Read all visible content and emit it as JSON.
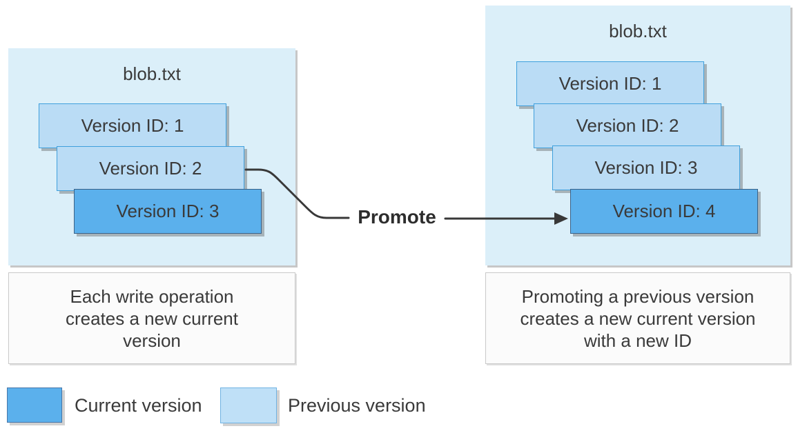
{
  "left_panel": {
    "title": "blob.txt",
    "versions": [
      {
        "label": "Version ID: 1",
        "state": "previous"
      },
      {
        "label": "Version ID: 2",
        "state": "previous"
      },
      {
        "label": "Version ID: 3",
        "state": "current"
      }
    ],
    "caption": {
      "line1": "Each write operation",
      "line2": "creates a new current",
      "line3": "version"
    }
  },
  "right_panel": {
    "title": "blob.txt",
    "versions": [
      {
        "label": "Version ID: 1",
        "state": "previous"
      },
      {
        "label": "Version ID: 2",
        "state": "previous"
      },
      {
        "label": "Version ID: 3",
        "state": "previous"
      },
      {
        "label": "Version ID: 4",
        "state": "current"
      }
    ],
    "caption": {
      "line1": "Promoting a previous version",
      "line2": "creates a new current version",
      "line3": "with a new ID"
    }
  },
  "connector": {
    "label": "Promote"
  },
  "legend": [
    {
      "label": "Current version",
      "color": "#5BB0EC"
    },
    {
      "label": "Previous version",
      "color": "#BFE0F7"
    }
  ],
  "colors": {
    "panel_bg": "#DBEFF9",
    "previous_fill": "#BADCF5",
    "previous_border": "#3E9FDC",
    "current_fill": "#5BB0EC",
    "current_border": "#3A6186",
    "text": "#3A3A3A",
    "arrow": "#383838",
    "caption_bg": "#FBFBFB",
    "caption_border": "#C9C9C9"
  }
}
